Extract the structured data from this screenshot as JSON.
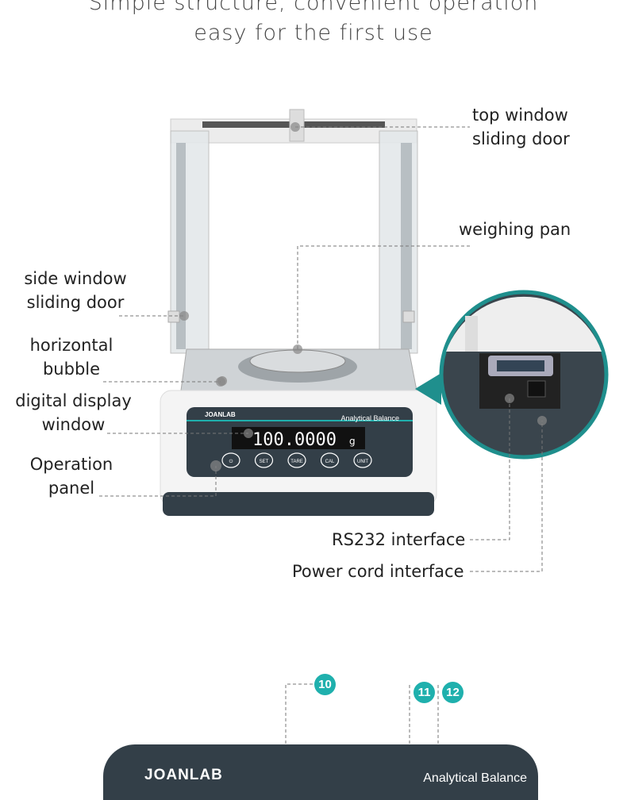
{
  "title": {
    "line1": "Simple structure, convenient operation",
    "line2": "easy for the first use"
  },
  "labels": {
    "top_window": [
      "top window",
      "sliding door"
    ],
    "weighing_pan": "weighing pan",
    "side_window": [
      "side window",
      "sliding door"
    ],
    "bubble": [
      "horizontal",
      "bubble"
    ],
    "display": [
      "digital display",
      "window"
    ],
    "panel": [
      "Operation",
      "panel"
    ],
    "rs232": "RS232 interface",
    "power": "Power cord interface"
  },
  "device": {
    "brand": "JOANLAB",
    "model": "Analytical Balance",
    "reading": "100.0000",
    "unit": "g",
    "buttons": [
      "⏻",
      "SET",
      "TARE",
      "CAL",
      "UNIT"
    ]
  },
  "callouts": [
    "10",
    "11",
    "12"
  ],
  "colors": {
    "accent": "#1fb0ad",
    "panel": "#333f48"
  }
}
